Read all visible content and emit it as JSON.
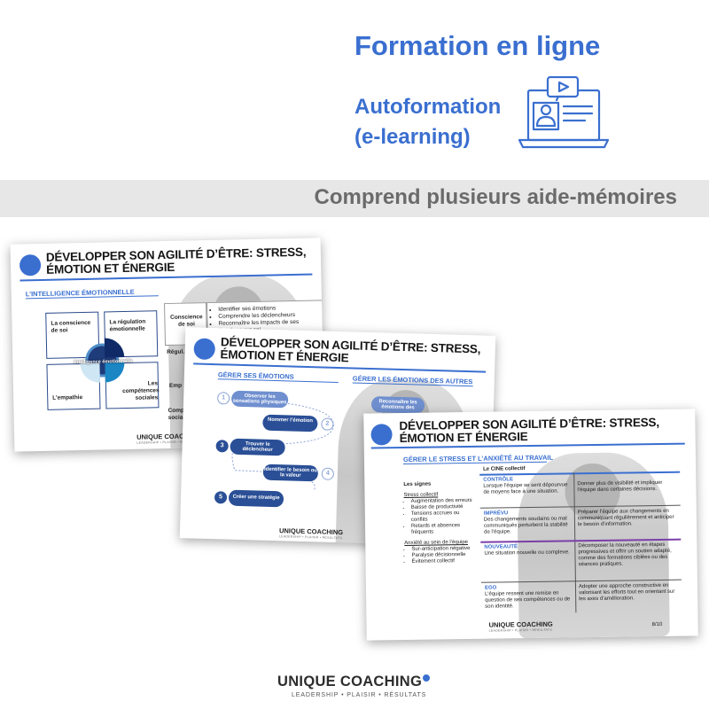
{
  "header": {
    "title": "Formation en ligne",
    "subtitle_line1": "Autoformation",
    "subtitle_line2": "(e-learning)"
  },
  "band": {
    "text": "Comprend plusieurs aide-mémoires"
  },
  "slide_title_line1": "DÉVELOPPER SON AGILITÉ D’ÊTRE: STRESS,",
  "slide_title_line2": "ÉMOTION ET ÉNERGIE",
  "slide1": {
    "section": "L’INTELLIGENCE ÉMOTIONNELLE",
    "quad_tl": "La conscience de soi",
    "quad_tr": "La régulation émotionnelle",
    "quad_bl": "L’empathie",
    "quad_br": "Les compétences sociales",
    "center": "Intelligence émotionnelle",
    "row1_label": "Conscience de soi",
    "row1_b1": "Identifier ses émotions",
    "row1_b2": "Comprendre les déclencheurs",
    "row1_b3": "Reconnaître les impacts de ses émotions sur soi",
    "row2_label": "Régul. émotio",
    "row3_label": "Emp",
    "row4_label": "Compé socia"
  },
  "slide2": {
    "left_section": "GÉRER SES ÉMOTIONS",
    "right_section": "GÉRER LES ÉMOTIONS DES AUTRES",
    "steps": [
      {
        "n": "1",
        "label": "Observer les sensations physiques"
      },
      {
        "n": "2",
        "label": "Nommer l’émotion"
      },
      {
        "n": "3",
        "label": "Trouver le déclencheur"
      },
      {
        "n": "4",
        "label": "Identifier le besoin ou la valeur"
      },
      {
        "n": "5",
        "label": "Créer une stratégie"
      }
    ],
    "right_step1": "Reconnaître les émotions des"
  },
  "slide3": {
    "section": "GÉRER LE STRESS ET L’ANXIÉTÉ AU TRAVAIL",
    "cine_header": "Le CINE collectif",
    "signs_title": "Les signes",
    "stress_title": "Stress collectif",
    "stress_items": [
      "Augmentation des erreurs",
      "Baisse de productivité",
      "Tensions accrues ou conflits",
      "Retards et absences fréquents"
    ],
    "anxiety_title": "Anxiété au sein de l’équipe",
    "anxiety_items": [
      "Sur-anticipation négative",
      "Paralysie décisionnelle",
      "Évitement collectif"
    ],
    "rows": [
      {
        "head": "CONTRÔLE",
        "desc": "Lorsque l’équipe se sent dépourvue de moyens face à une situation.",
        "action": "Donner plus de visibilité et impliquer l’équipe dans certaines décisions."
      },
      {
        "head": "IMPRÉVU",
        "desc": "Des changements soudains ou mal communiqués perturbent la stabilité de l’équipe.",
        "action": "Préparer l’équipe aux changements en communiquant régulièrement et anticiper le besoin d’information."
      },
      {
        "head": "NOUVEAUTÉ",
        "desc": "Une situation nouvelle ou complexe.",
        "action": "Décomposer la nouveauté en étapes progressives et offrir un soutien adapté, comme des formations ciblées ou des séances pratiques."
      },
      {
        "head": "EGO",
        "desc": "L’équipe ressent une remise en question de ses compétences ou de son identité.",
        "action": "Adopter une approche constructive en valorisant les efforts tout en orientant sur les axes d’amélioration."
      }
    ],
    "page": "8/10"
  },
  "brand": {
    "name": "UNIQUE COACHING",
    "tagline": "LEADERSHIP • PLAISIR • RÉSULTATS",
    "tagline_small": "LEADERSHIP • PLAISIR • RÉSULTATS",
    "accent": "#3a6fd0"
  }
}
